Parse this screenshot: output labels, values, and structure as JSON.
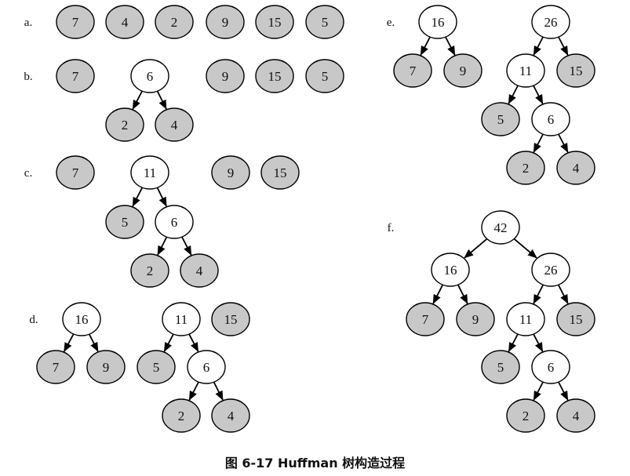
{
  "caption": "图 6-17 Huffman 树构造过程",
  "colors": {
    "leaf_fill": "#c8c8c8",
    "internal_fill": "#ffffff",
    "stroke": "#000000"
  },
  "panels": [
    {
      "label": "a.",
      "nodes": [
        {
          "id": "a7",
          "value": "7",
          "kind": "leaf"
        },
        {
          "id": "a4",
          "value": "4",
          "kind": "leaf"
        },
        {
          "id": "a2",
          "value": "2",
          "kind": "leaf"
        },
        {
          "id": "a9",
          "value": "9",
          "kind": "leaf"
        },
        {
          "id": "a15",
          "value": "15",
          "kind": "leaf"
        },
        {
          "id": "a5",
          "value": "5",
          "kind": "leaf"
        }
      ],
      "edges": []
    },
    {
      "label": "b.",
      "nodes": [
        {
          "id": "b7",
          "value": "7",
          "kind": "leaf"
        },
        {
          "id": "b6",
          "value": "6",
          "kind": "internal"
        },
        {
          "id": "b2",
          "value": "2",
          "kind": "leaf"
        },
        {
          "id": "b4",
          "value": "4",
          "kind": "leaf"
        },
        {
          "id": "b9",
          "value": "9",
          "kind": "leaf"
        },
        {
          "id": "b15",
          "value": "15",
          "kind": "leaf"
        },
        {
          "id": "b5",
          "value": "5",
          "kind": "leaf"
        }
      ],
      "edges": [
        [
          "b6",
          "b2"
        ],
        [
          "b6",
          "b4"
        ]
      ]
    },
    {
      "label": "c.",
      "nodes": [
        {
          "id": "c7",
          "value": "7",
          "kind": "leaf"
        },
        {
          "id": "c11",
          "value": "11",
          "kind": "internal"
        },
        {
          "id": "c5",
          "value": "5",
          "kind": "leaf"
        },
        {
          "id": "c6",
          "value": "6",
          "kind": "internal"
        },
        {
          "id": "c2",
          "value": "2",
          "kind": "leaf"
        },
        {
          "id": "c4",
          "value": "4",
          "kind": "leaf"
        },
        {
          "id": "c9",
          "value": "9",
          "kind": "leaf"
        },
        {
          "id": "c15",
          "value": "15",
          "kind": "leaf"
        }
      ],
      "edges": [
        [
          "c11",
          "c5"
        ],
        [
          "c11",
          "c6"
        ],
        [
          "c6",
          "c2"
        ],
        [
          "c6",
          "c4"
        ]
      ]
    },
    {
      "label": "d.",
      "nodes": [
        {
          "id": "d16",
          "value": "16",
          "kind": "internal"
        },
        {
          "id": "d7",
          "value": "7",
          "kind": "leaf"
        },
        {
          "id": "d9",
          "value": "9",
          "kind": "leaf"
        },
        {
          "id": "d11",
          "value": "11",
          "kind": "internal"
        },
        {
          "id": "d15",
          "value": "15",
          "kind": "leaf"
        },
        {
          "id": "d5",
          "value": "5",
          "kind": "leaf"
        },
        {
          "id": "d6",
          "value": "6",
          "kind": "internal"
        },
        {
          "id": "d2",
          "value": "2",
          "kind": "leaf"
        },
        {
          "id": "d4",
          "value": "4",
          "kind": "leaf"
        }
      ],
      "edges": [
        [
          "d16",
          "d7"
        ],
        [
          "d16",
          "d9"
        ],
        [
          "d11",
          "d5"
        ],
        [
          "d11",
          "d6"
        ],
        [
          "d6",
          "d2"
        ],
        [
          "d6",
          "d4"
        ]
      ]
    },
    {
      "label": "e.",
      "nodes": [
        {
          "id": "e16",
          "value": "16",
          "kind": "internal"
        },
        {
          "id": "e7",
          "value": "7",
          "kind": "leaf"
        },
        {
          "id": "e9",
          "value": "9",
          "kind": "leaf"
        },
        {
          "id": "e26",
          "value": "26",
          "kind": "internal"
        },
        {
          "id": "e11",
          "value": "11",
          "kind": "internal"
        },
        {
          "id": "e15",
          "value": "15",
          "kind": "leaf"
        },
        {
          "id": "e5",
          "value": "5",
          "kind": "leaf"
        },
        {
          "id": "e6",
          "value": "6",
          "kind": "internal"
        },
        {
          "id": "e2",
          "value": "2",
          "kind": "leaf"
        },
        {
          "id": "e4",
          "value": "4",
          "kind": "leaf"
        }
      ],
      "edges": [
        [
          "e16",
          "e7"
        ],
        [
          "e16",
          "e9"
        ],
        [
          "e26",
          "e11"
        ],
        [
          "e26",
          "e15"
        ],
        [
          "e11",
          "e5"
        ],
        [
          "e11",
          "e6"
        ],
        [
          "e6",
          "e2"
        ],
        [
          "e6",
          "e4"
        ]
      ]
    },
    {
      "label": "f.",
      "nodes": [
        {
          "id": "f42",
          "value": "42",
          "kind": "internal"
        },
        {
          "id": "f16",
          "value": "16",
          "kind": "internal"
        },
        {
          "id": "f26",
          "value": "26",
          "kind": "internal"
        },
        {
          "id": "f7",
          "value": "7",
          "kind": "leaf"
        },
        {
          "id": "f9",
          "value": "9",
          "kind": "leaf"
        },
        {
          "id": "f11",
          "value": "11",
          "kind": "internal"
        },
        {
          "id": "f15",
          "value": "15",
          "kind": "leaf"
        },
        {
          "id": "f5",
          "value": "5",
          "kind": "leaf"
        },
        {
          "id": "f6",
          "value": "6",
          "kind": "internal"
        },
        {
          "id": "f2",
          "value": "2",
          "kind": "leaf"
        },
        {
          "id": "f4",
          "value": "4",
          "kind": "leaf"
        }
      ],
      "edges": [
        [
          "f42",
          "f16"
        ],
        [
          "f42",
          "f26"
        ],
        [
          "f16",
          "f7"
        ],
        [
          "f16",
          "f9"
        ],
        [
          "f26",
          "f11"
        ],
        [
          "f26",
          "f15"
        ],
        [
          "f11",
          "f5"
        ],
        [
          "f11",
          "f6"
        ],
        [
          "f6",
          "f2"
        ],
        [
          "f6",
          "f4"
        ]
      ]
    }
  ]
}
